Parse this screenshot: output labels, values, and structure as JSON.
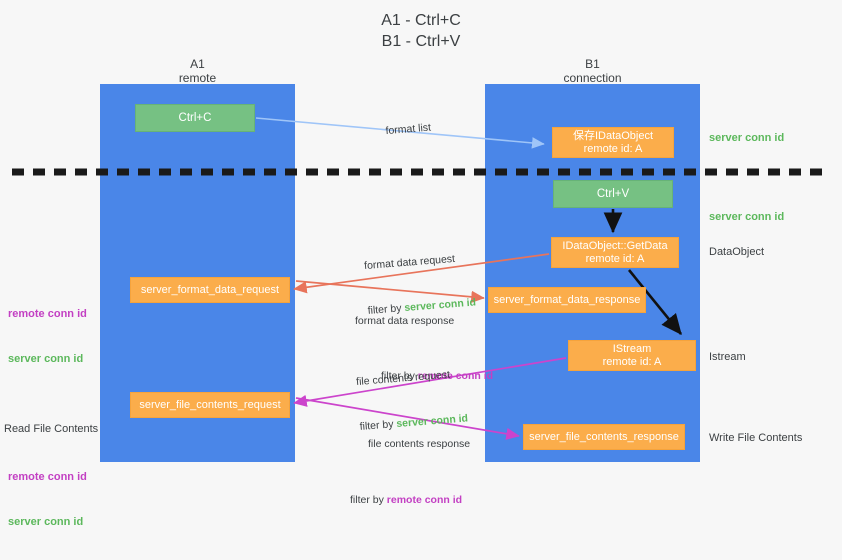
{
  "title": "A1 - Ctrl+C\nB1 - Ctrl+V",
  "lanes": {
    "left": {
      "name": "A1",
      "sub": "remote",
      "label": "A1\nremote"
    },
    "right": {
      "name": "B1",
      "sub": "connection",
      "label": "B1\nconnection"
    }
  },
  "boxes": {
    "ctrl_c": "Ctrl+C",
    "ctrl_v": "Ctrl+V",
    "idataobject": "保存IDataObject\nremote id: A",
    "getdata": "IDataObject::GetData\nremote id: A",
    "istream": "IStream\nremote id: A",
    "server_format_data_request": "server_format_data_request",
    "server_format_data_response": "server_format_data_response",
    "server_file_contents_request": "server_file_contents_request",
    "server_file_contents_response": "server_file_contents_response"
  },
  "flow_labels": {
    "format_list": "format list",
    "format_data_request": "format data request",
    "format_data_response": "format data response",
    "file_contents_request": "file contents request",
    "file_contents_response": "file contents response",
    "filter_by": "filter by ",
    "server_conn_id": "server conn id",
    "remote_conn_id": "remote conn id"
  },
  "annotations": {
    "right_top_server_conn": "server conn id",
    "right_mid_server_conn": "server conn id",
    "dataobject": "DataObject",
    "istream": "Istream",
    "write_file_contents": "Write File Contents",
    "read_file_contents": "Read File Contents",
    "remote_conn_id": "remote conn id",
    "server_conn_id": "server conn id"
  },
  "colors": {
    "lane": "#4a86e8",
    "green_box": "#76c183",
    "orange_box": "#fbad4b",
    "green_text": "#5cb85c",
    "magenta_text": "#c340c3",
    "blue_arrow": "#9fc5f8",
    "red_arrow": "#e8745b",
    "magenta_arrow": "#cc44cc",
    "black_line": "#1a1a1a",
    "background": "#f7f7f7"
  }
}
